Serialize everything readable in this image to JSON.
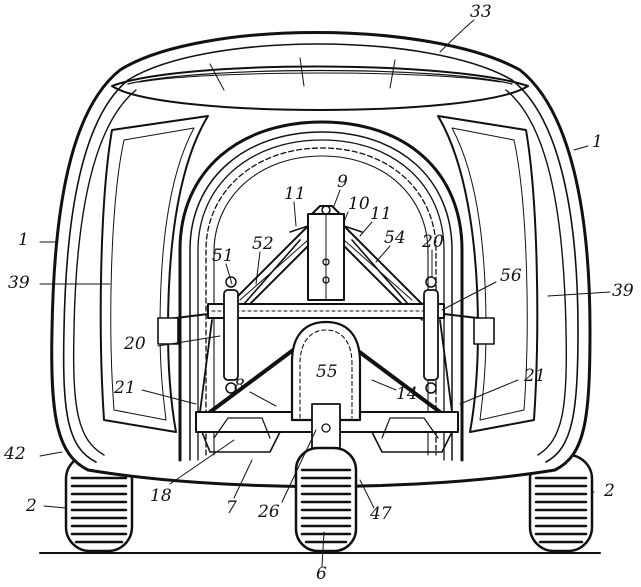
{
  "figure": {
    "ink_color": "#111111",
    "paper_color": "#ffffff",
    "labels": {
      "n33": "33",
      "n1_right": "1",
      "n1_left": "1",
      "n39_left": "39",
      "n39_right": "39",
      "n9": "9",
      "n10": "10",
      "n11_left": "11",
      "n11_right": "11",
      "n52": "52",
      "n54": "54",
      "n20_right": "20",
      "n51": "51",
      "n56": "56",
      "n20_left": "20",
      "n55": "55",
      "n21_left": "21",
      "n21_right": "21",
      "n8": "8",
      "n14": "14",
      "n42": "42",
      "n2_left": "2",
      "n2_right": "2",
      "n18": "18",
      "n7": "7",
      "n26": "26",
      "n47": "47",
      "n6": "6"
    }
  }
}
